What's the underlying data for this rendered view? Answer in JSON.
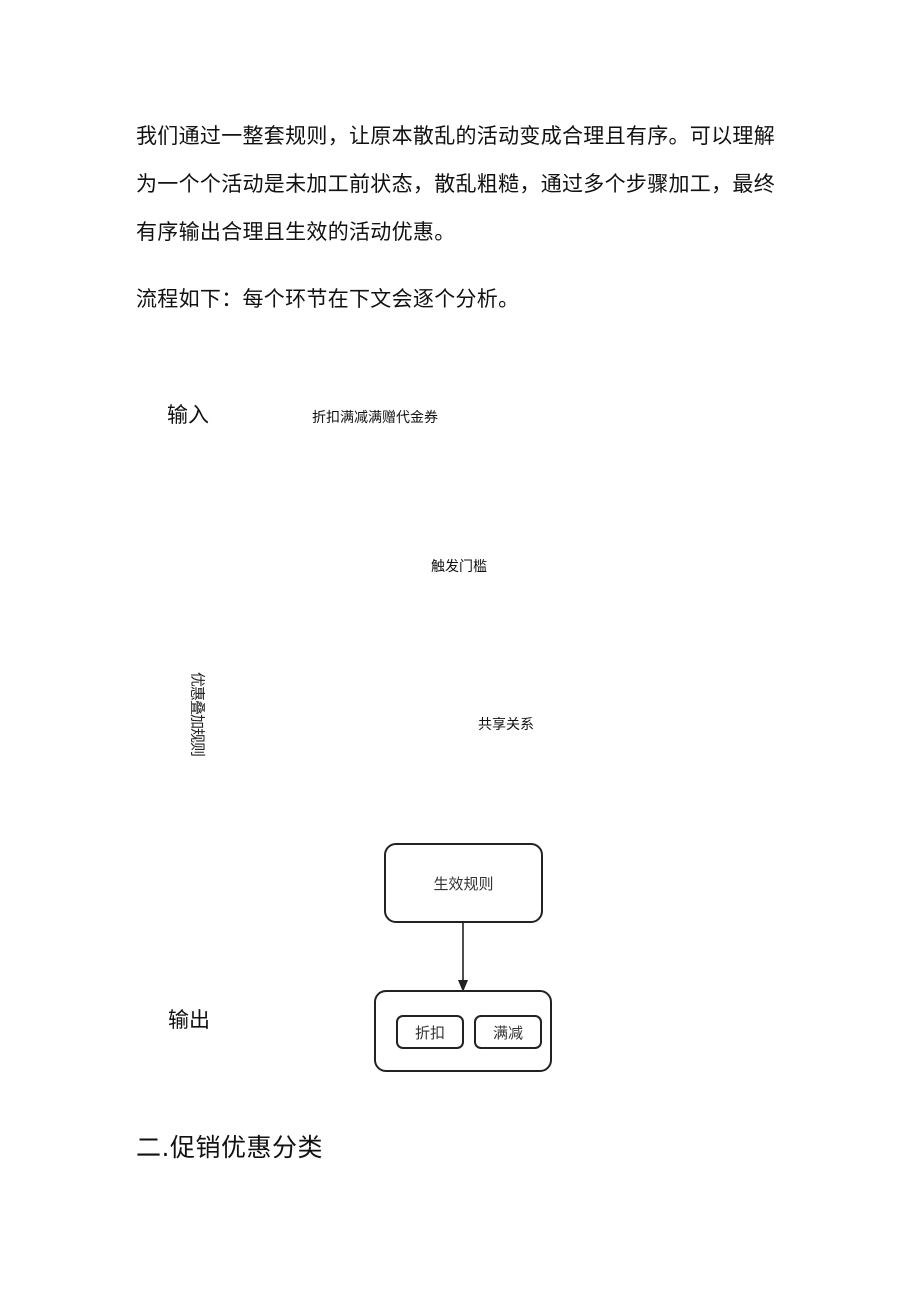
{
  "intro_paragraph": "我们通过一整套规则，让原本散乱的活动变成合理且有序。可以理解为一个个活动是未加工前状态，散乱粗糙，通过多个步骤加工，最终有序输出合理且生效的活动优惠。",
  "flow_intro": "流程如下：每个环节在下文会逐个分析。",
  "diagram": {
    "input_label": "输入",
    "activity_types": "折扣满减满赠代金券",
    "trigger_threshold": "触发门槛",
    "rotated_fragment": "优惠叠加规则",
    "share_relation": "共享关系",
    "effective_rule": "生效规则",
    "output_label": "输出",
    "output_items": [
      "折扣",
      "满减"
    ]
  },
  "section_title": "二.促销优惠分类"
}
